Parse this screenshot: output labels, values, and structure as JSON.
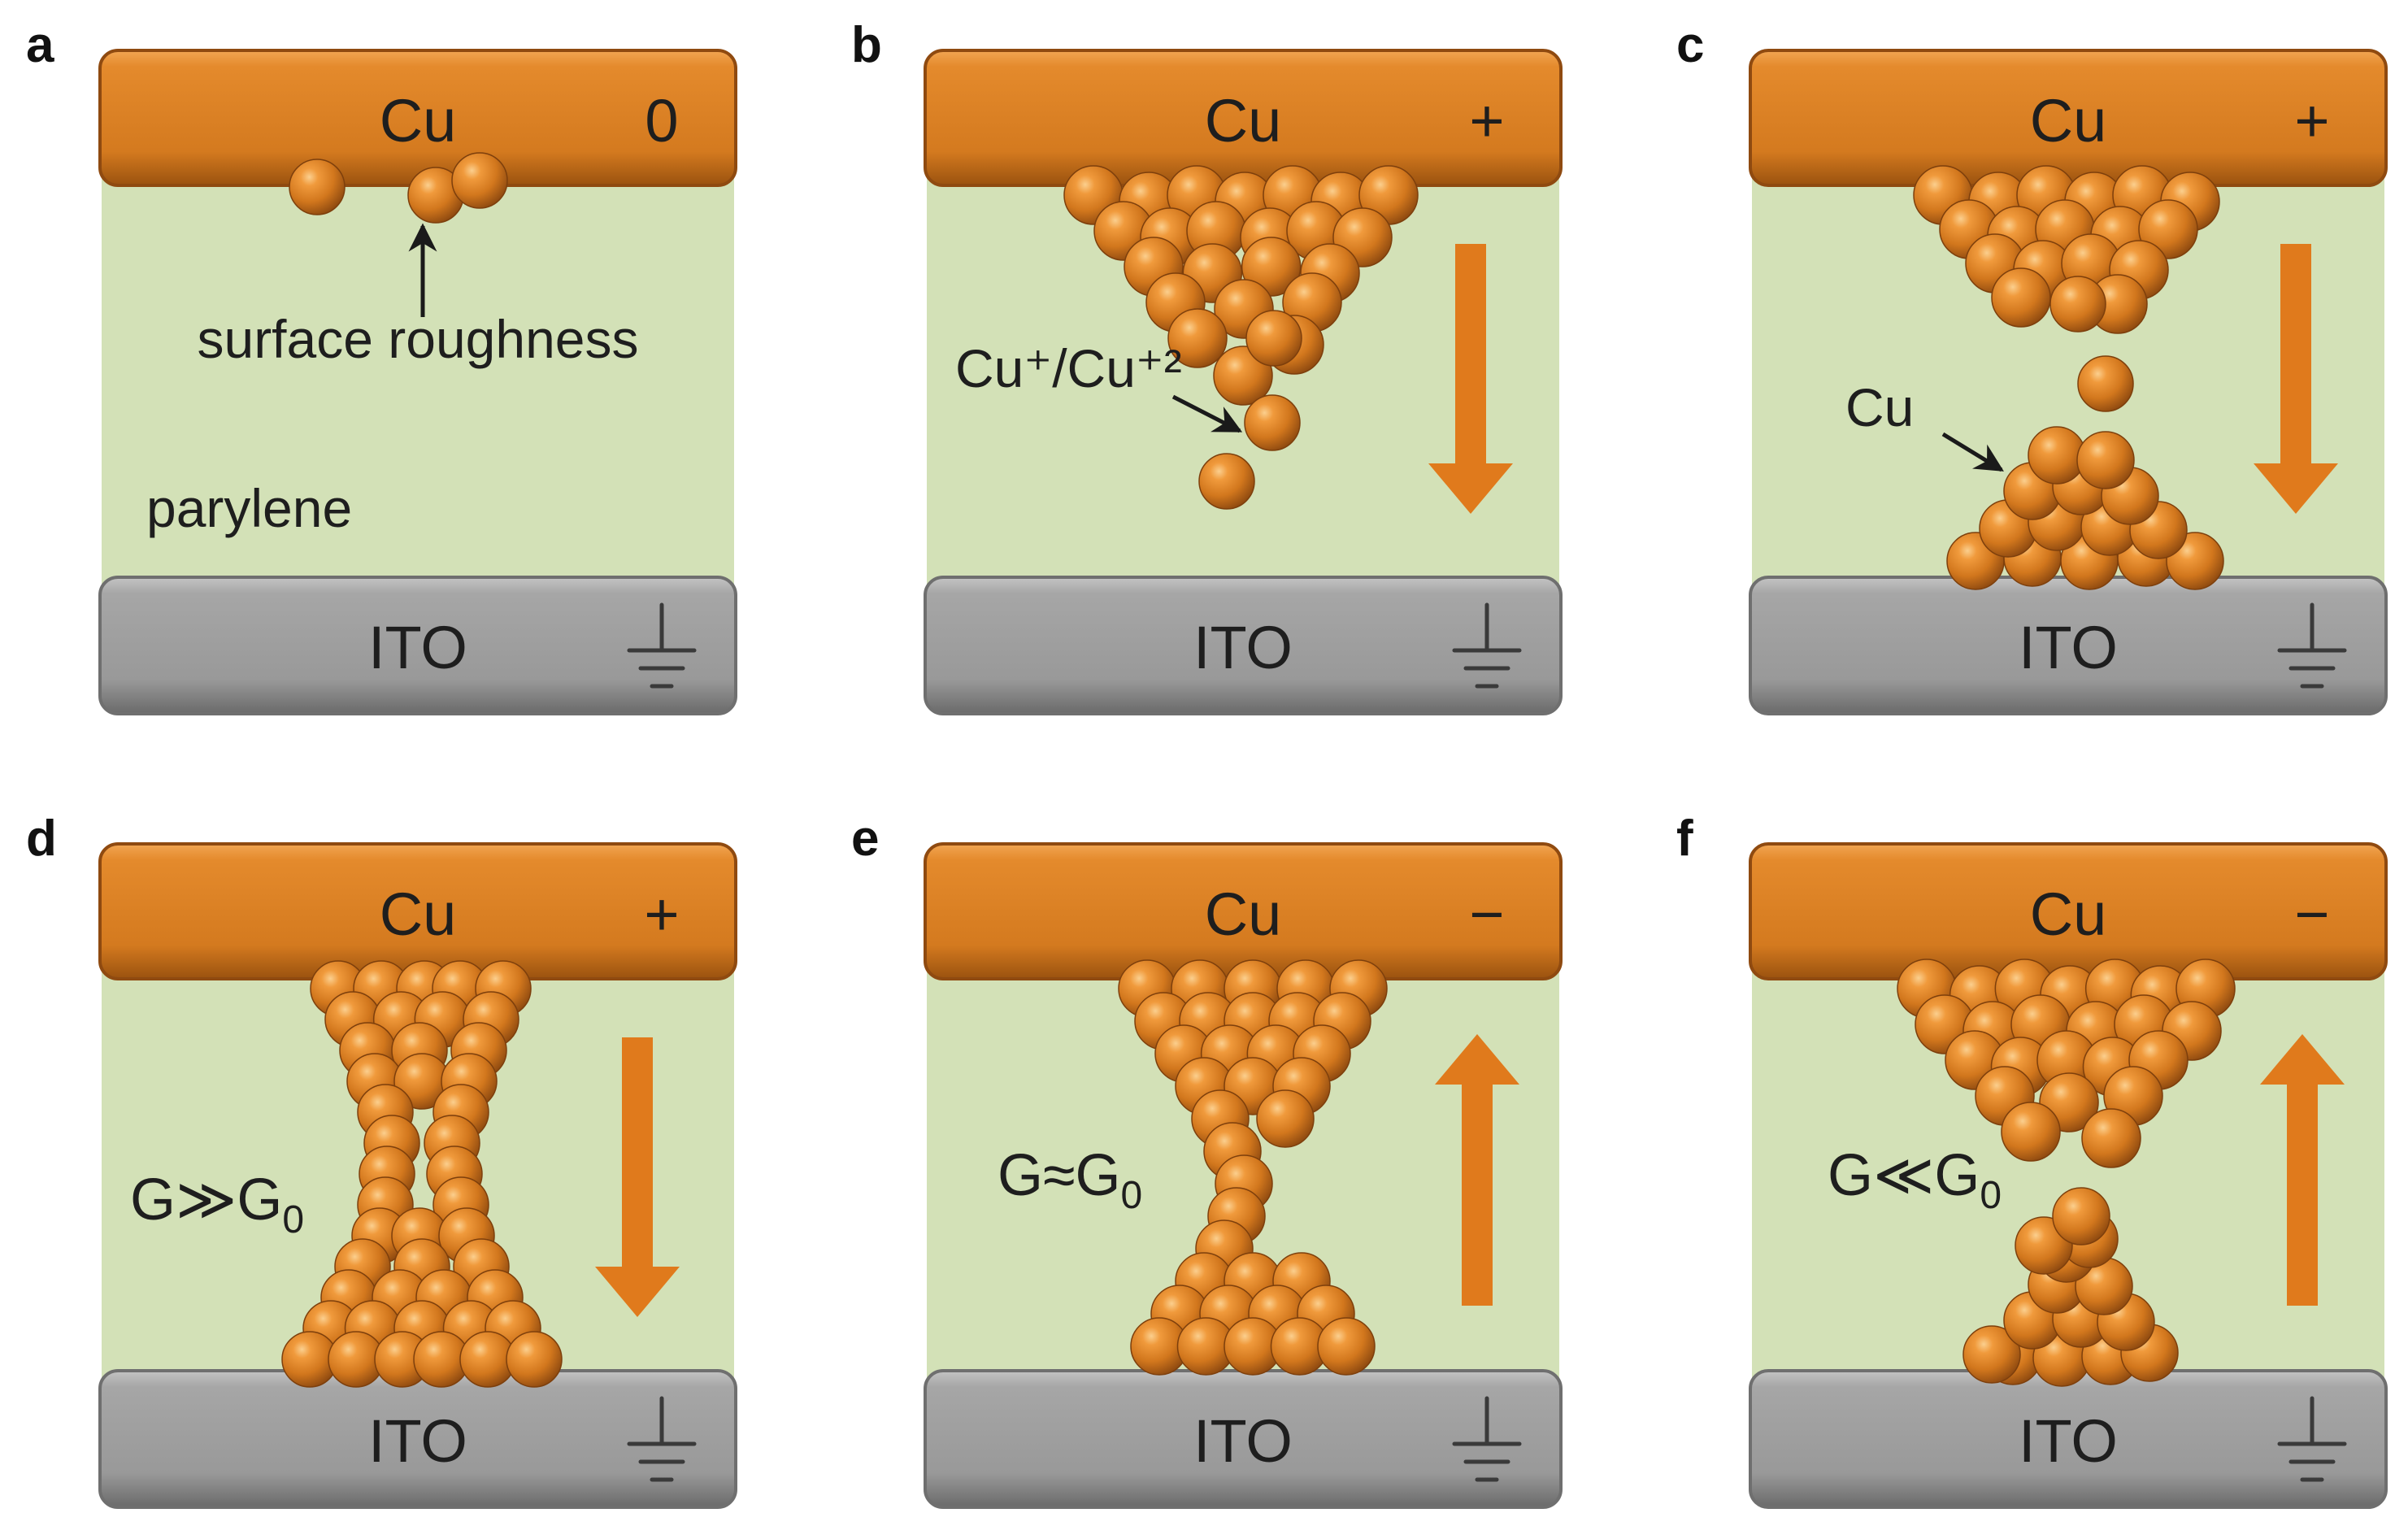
{
  "colors": {
    "copper": "#d2771d",
    "copper_light": "#f2a653",
    "copper_dark": "#8f4a10",
    "dielectric": "#d3e1b7",
    "ito": "#9b9b9b",
    "ito_dark": "#6f6f6f",
    "arrow": "#e07a1c",
    "text": "#1e1e1e"
  },
  "panels": [
    {
      "letter": "a",
      "top_label": "Cu",
      "bias": "0",
      "bottom_label": "ITO",
      "field_arrow": "none",
      "annotation": "surface roughness",
      "material": "parylene",
      "conductance": null,
      "ground_icon": "ground-icon",
      "arrow_icon": null
    },
    {
      "letter": "b",
      "top_label": "Cu",
      "bias": "+",
      "bottom_label": "ITO",
      "field_arrow": "down",
      "annotation": "Cu⁺/Cu⁺²",
      "material": null,
      "conductance": null,
      "ground_icon": "ground-icon",
      "arrow_icon": "down-arrow-icon"
    },
    {
      "letter": "c",
      "top_label": "Cu",
      "bias": "+",
      "bottom_label": "ITO",
      "field_arrow": "down",
      "annotation": "Cu",
      "material": null,
      "conductance": null,
      "ground_icon": "ground-icon",
      "arrow_icon": "down-arrow-icon"
    },
    {
      "letter": "d",
      "top_label": "Cu",
      "bias": "+",
      "bottom_label": "ITO",
      "field_arrow": "down",
      "annotation": null,
      "material": null,
      "conductance": {
        "base": "G≫G",
        "subscript": "0"
      },
      "ground_icon": "ground-icon",
      "arrow_icon": "down-arrow-icon"
    },
    {
      "letter": "e",
      "top_label": "Cu",
      "bias": "−",
      "bottom_label": "ITO",
      "field_arrow": "up",
      "annotation": null,
      "material": null,
      "conductance": {
        "base": "G≈G",
        "subscript": "0"
      },
      "ground_icon": "ground-icon",
      "arrow_icon": "up-arrow-icon"
    },
    {
      "letter": "f",
      "top_label": "Cu",
      "bias": "−",
      "bottom_label": "ITO",
      "field_arrow": "up",
      "annotation": null,
      "material": null,
      "conductance": {
        "base": "G≪G",
        "subscript": "0"
      },
      "ground_icon": "ground-icon",
      "arrow_icon": "up-arrow-icon"
    }
  ]
}
